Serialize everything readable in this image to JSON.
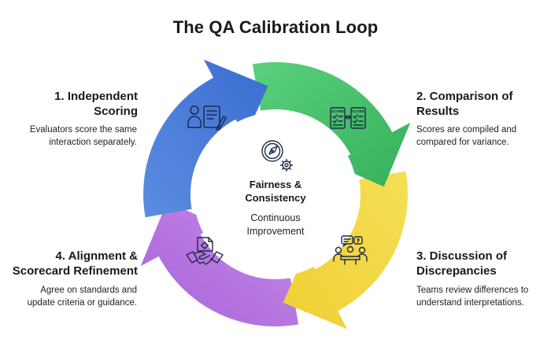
{
  "title": "The QA Calibration Loop",
  "center": {
    "title_line1": "Fairness &",
    "title_line2": "Consistency",
    "sub_line1": "Continuous",
    "sub_line2": "Improvement"
  },
  "steps": [
    {
      "title_line1": "1. Independent",
      "title_line2": "Scoring",
      "desc_line1": "Evaluators score the same",
      "desc_line2": "interaction separately.",
      "color": "#4f7fd6",
      "icon": "evaluator-clipboard-icon"
    },
    {
      "title_line1": "2. Comparison of",
      "title_line2": "Results",
      "desc_line1": "Scores are compiled and",
      "desc_line2": "compared for variance.",
      "color": "#4cc46e",
      "icon": "score-compare-icon",
      "icon_text_a": "SCORE",
      "icon_text_b": "SCORE"
    },
    {
      "title_line1": "3. Discussion of",
      "title_line2": "Discrepancies",
      "desc_line1": "Teams review differences to",
      "desc_line2": "understand interpretations.",
      "color": "#f2d94a",
      "icon": "team-discussion-icon"
    },
    {
      "title_line1": "4. Alignment &",
      "title_line2": "Scorecard Refinement",
      "desc_line1": "Agree on standards and",
      "desc_line2": "update criteria or guidance.",
      "color": "#b678e0",
      "icon": "handshake-icon"
    }
  ]
}
